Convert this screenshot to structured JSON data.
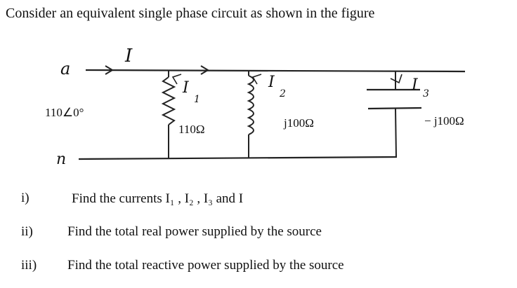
{
  "heading": "Consider an equivalent single phase circuit as shown in the figure",
  "circuit": {
    "node_top": "a",
    "node_bottom": "n",
    "current_total": "I",
    "current_1": "I",
    "current_1_sub": "1",
    "current_2": "I",
    "current_2_sub": "2",
    "current_3": "I",
    "current_3_sub": "3",
    "source_voltage": "110∠0°",
    "resistor_value": "110Ω",
    "inductor_value": "j100Ω",
    "capacitor_value": "− j100Ω"
  },
  "questions": [
    {
      "num": "i)",
      "text": "Find the currents  I₁ , I₂ , I₃ and I"
    },
    {
      "num": "ii)",
      "text": "Find the total real power supplied by the source"
    },
    {
      "num": "iii)",
      "text": "Find the total reactive power supplied by the source"
    }
  ]
}
